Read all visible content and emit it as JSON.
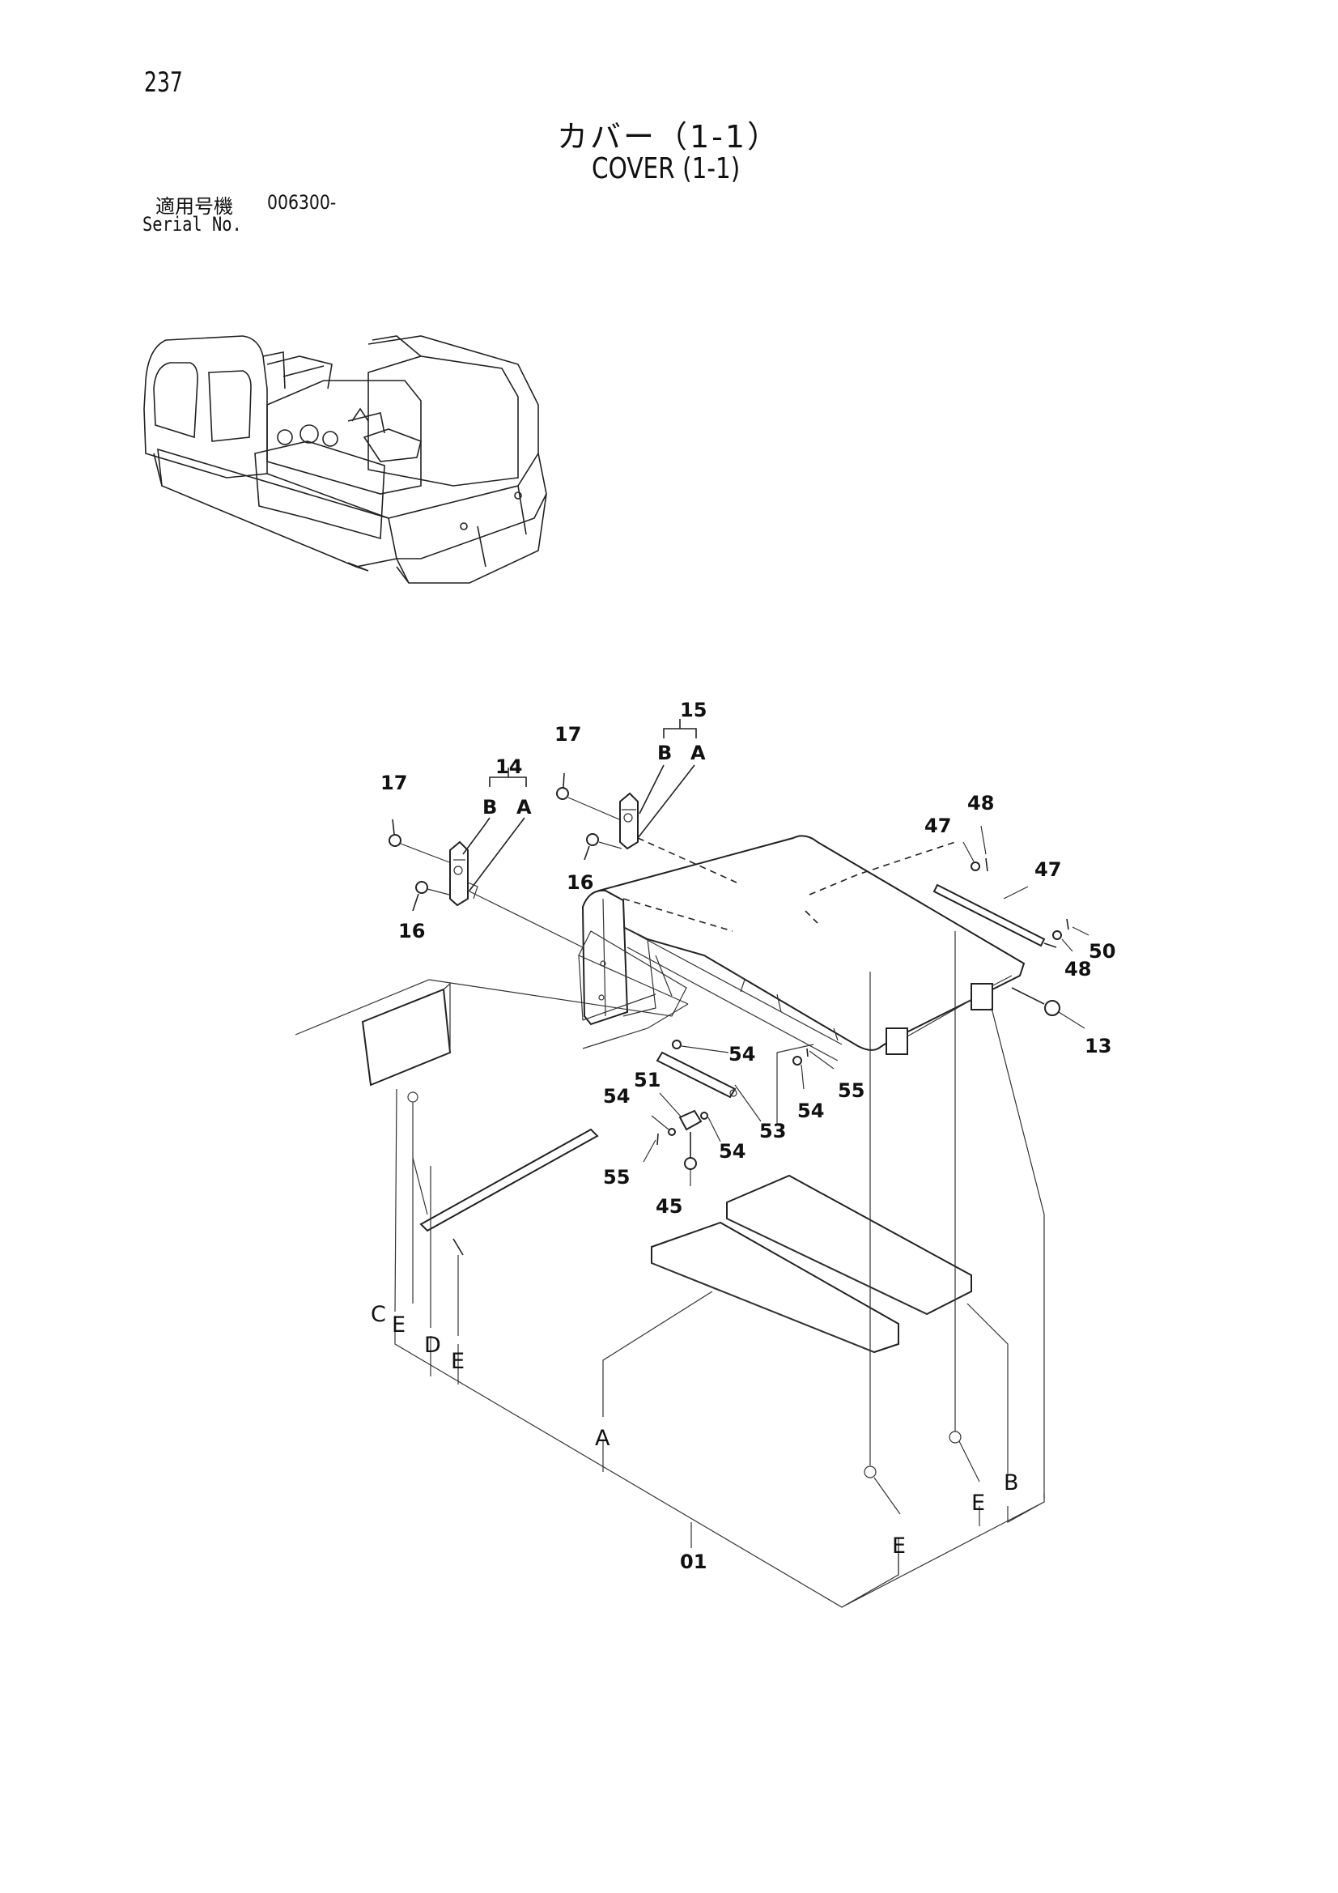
{
  "header": {
    "page_number": "237",
    "title_ja": "カバー（1-1）",
    "title_en": "COVER (1-1)",
    "serial_label_ja": "適用号機",
    "serial_value": "006300-",
    "serial_label_en": "Serial No."
  },
  "callouts": [
    {
      "id": "c01",
      "text": "01"
    },
    {
      "id": "c13",
      "text": "13"
    },
    {
      "id": "c14",
      "text": "14"
    },
    {
      "id": "c14b",
      "text": "B"
    },
    {
      "id": "c14a",
      "text": "A"
    },
    {
      "id": "c15",
      "text": "15"
    },
    {
      "id": "c15b",
      "text": "B"
    },
    {
      "id": "c15a",
      "text": "A"
    },
    {
      "id": "c16a",
      "text": "16"
    },
    {
      "id": "c16b",
      "text": "16"
    },
    {
      "id": "c17a",
      "text": "17"
    },
    {
      "id": "c17b",
      "text": "17"
    },
    {
      "id": "c45",
      "text": "45"
    },
    {
      "id": "c47a",
      "text": "47"
    },
    {
      "id": "c47b",
      "text": "47"
    },
    {
      "id": "c48a",
      "text": "48"
    },
    {
      "id": "c48b",
      "text": "48"
    },
    {
      "id": "c50",
      "text": "50"
    },
    {
      "id": "c51",
      "text": "51"
    },
    {
      "id": "c53",
      "text": "53"
    },
    {
      "id": "c54a",
      "text": "54"
    },
    {
      "id": "c54b",
      "text": "54"
    },
    {
      "id": "c54c",
      "text": "54"
    },
    {
      "id": "c54d",
      "text": "54"
    },
    {
      "id": "c55a",
      "text": "55"
    },
    {
      "id": "c55b",
      "text": "55"
    }
  ],
  "branch_letters": [
    {
      "id": "lC",
      "text": "C"
    },
    {
      "id": "lE1",
      "text": "E"
    },
    {
      "id": "lD",
      "text": "D"
    },
    {
      "id": "lE2",
      "text": "E"
    },
    {
      "id": "lA",
      "text": "A"
    },
    {
      "id": "lE3",
      "text": "E"
    },
    {
      "id": "lE4",
      "text": "E"
    },
    {
      "id": "lB",
      "text": "B"
    }
  ]
}
